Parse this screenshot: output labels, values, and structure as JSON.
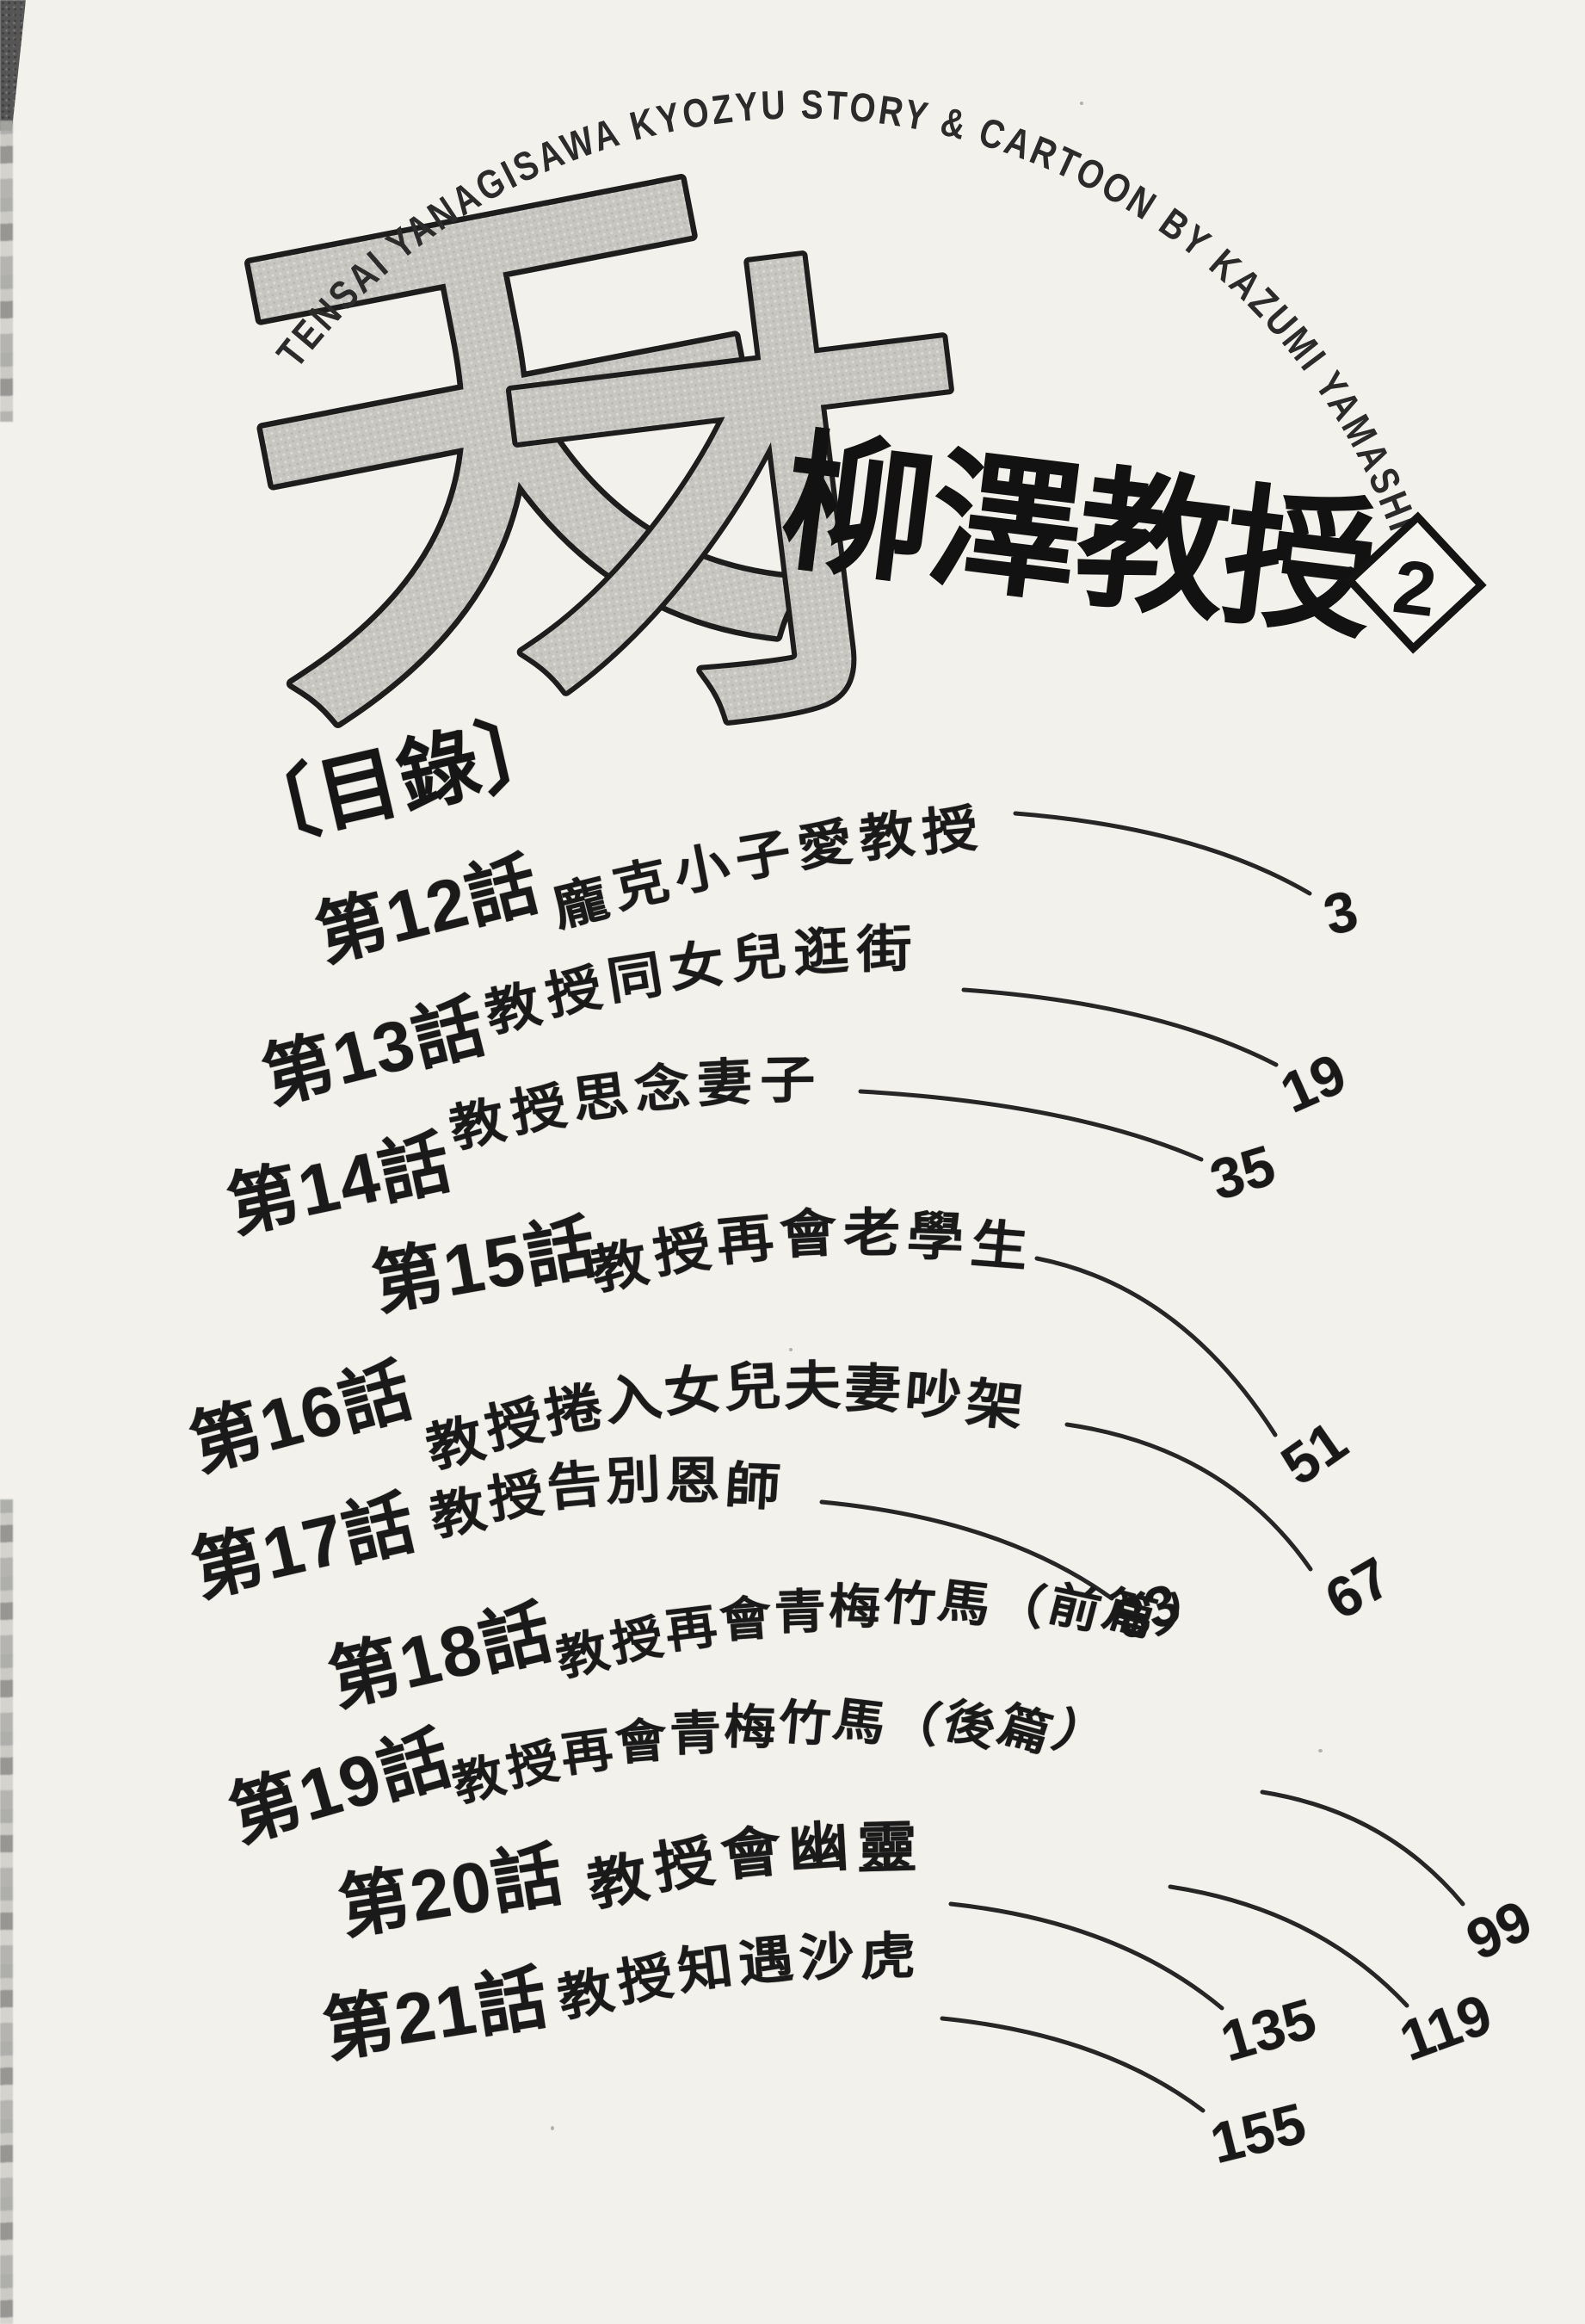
{
  "page": {
    "background_color": "#f2f1ec",
    "ink_color": "#1b1b1b"
  },
  "masthead": {
    "arc_text": "TENSAI YANAGISAWA KYOZYU STORY & CARTOON BY KAZUMI YAMASHITA",
    "logo_char_1": "天",
    "logo_char_2": "才",
    "series_title": "柳澤教授",
    "volume_number": "2"
  },
  "toc": {
    "heading": "〔目錄〕",
    "entries": [
      {
        "chapter_label": "第12話",
        "title": "龐克小子愛教授",
        "page": "3"
      },
      {
        "chapter_label": "第13話",
        "title": "教授同女兒逛街",
        "page": "19"
      },
      {
        "chapter_label": "第14話",
        "title": "教授思念妻子",
        "page": "35"
      },
      {
        "chapter_label": "第15話",
        "title": "教授再會老學生",
        "page": "51"
      },
      {
        "chapter_label": "第16話",
        "title": "教授捲入女兒夫妻吵架",
        "page": "67"
      },
      {
        "chapter_label": "第17話",
        "title": "教授告別恩師",
        "page": "83"
      },
      {
        "chapter_label": "第18話",
        "title": "教授再會青梅竹馬（前篇）",
        "page": "99"
      },
      {
        "chapter_label": "第19話",
        "title": "教授再會青梅竹馬（後篇）",
        "page": "119"
      },
      {
        "chapter_label": "第20話",
        "title": "教授會幽靈",
        "page": "135"
      },
      {
        "chapter_label": "第21話",
        "title": "教授知遇沙虎",
        "page": "155"
      }
    ]
  }
}
